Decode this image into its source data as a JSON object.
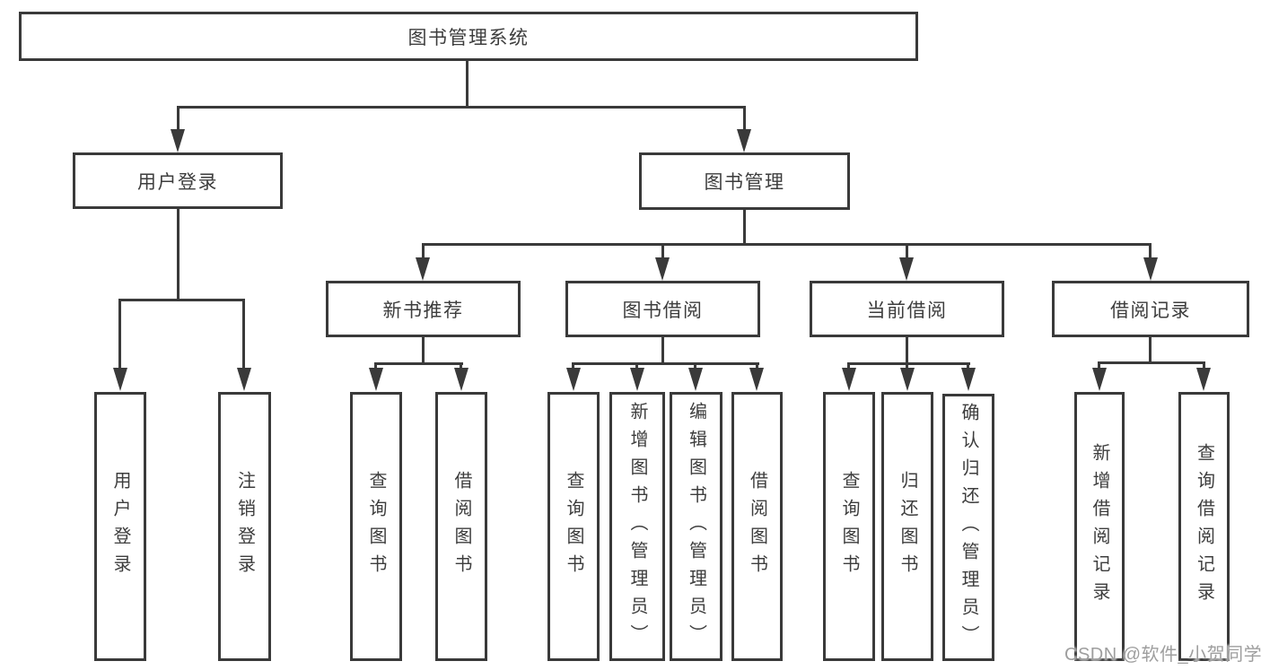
{
  "diagram": {
    "title_node": {
      "label": "图书管理系统"
    },
    "branches": {
      "user": {
        "label": "用户登录",
        "children": [
          "用户登录",
          "注销登录"
        ]
      },
      "book": {
        "label": "图书管理"
      }
    },
    "modules": [
      {
        "label": "新书推荐",
        "children": [
          "查询图书",
          "借阅图书"
        ]
      },
      {
        "label": "图书借阅",
        "children": [
          "查询图书",
          "新增图书（管理员）",
          "编辑图书（管理员）",
          "借阅图书"
        ]
      },
      {
        "label": "当前借阅",
        "children": [
          "查询图书",
          "归还图书",
          "确认归还（管理员）"
        ]
      },
      {
        "label": "借阅记录",
        "children": [
          "新增借阅记录",
          "查询借阅记录"
        ]
      }
    ]
  },
  "watermark": {
    "text": "CSDN @软件_小贺同学"
  },
  "colors": {
    "line": "#3a3a3a",
    "text": "#3d3d3d",
    "watermark": "#9e9e9e",
    "background": "#ffffff"
  }
}
